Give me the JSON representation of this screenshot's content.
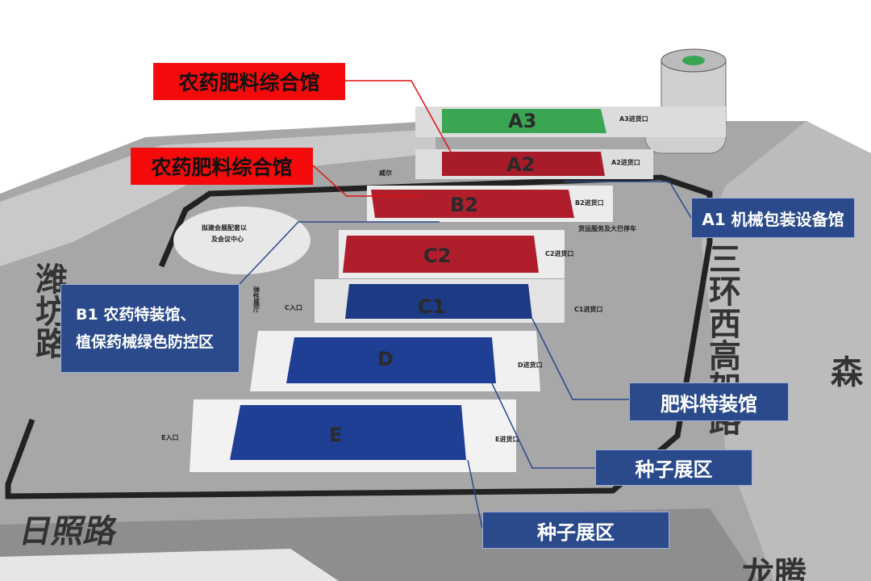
{
  "halls": {
    "a3": {
      "label": "A3",
      "color": "#3aa653",
      "dock": "A3进货口"
    },
    "a2": {
      "label": "A2",
      "color": "#a81c2a",
      "dock": "A2进货口"
    },
    "b2": {
      "label": "B2",
      "color": "#b01e2c",
      "dock": "B2进货口"
    },
    "c2": {
      "label": "C2",
      "color": "#b01e2c",
      "dock": "C2进货口"
    },
    "c1": {
      "label": "C1",
      "color": "#1d3a84",
      "dock": "C1进货口",
      "entrance": "C入口"
    },
    "d": {
      "label": "D",
      "color": "#1f3f95",
      "dock": "D进货口"
    },
    "e": {
      "label": "E",
      "color": "#1f3f95",
      "dock": "E进货口",
      "entrance": "E入口"
    }
  },
  "places": {
    "conference": [
      "拟建会展配套以",
      "及会议中心"
    ],
    "flex_hall": "弹性展厅",
    "service": "货运服务及大巴停车",
    "wei": "威尔"
  },
  "roads": {
    "rizhao": "日照路",
    "sanhuan": "三环西高架路",
    "left": "潍坊路",
    "bottom_right": "龙腾",
    "right": "森"
  },
  "callouts": {
    "a3_label": "农药肥料综合馆",
    "a2_label": "农药肥料综合馆",
    "a1_label": "A1 机械包装设备馆",
    "b1_line1": "B1 农药特装馆、",
    "b1_line2": "植保药械绿色防控区",
    "c1_label": "肥料特装馆",
    "d_label": "种子展区",
    "e_label": "种子展区"
  },
  "colors": {
    "red_callout": "#f40a0a",
    "blue_callout": "#2a4a8c",
    "ground": "#a9a9a9"
  }
}
